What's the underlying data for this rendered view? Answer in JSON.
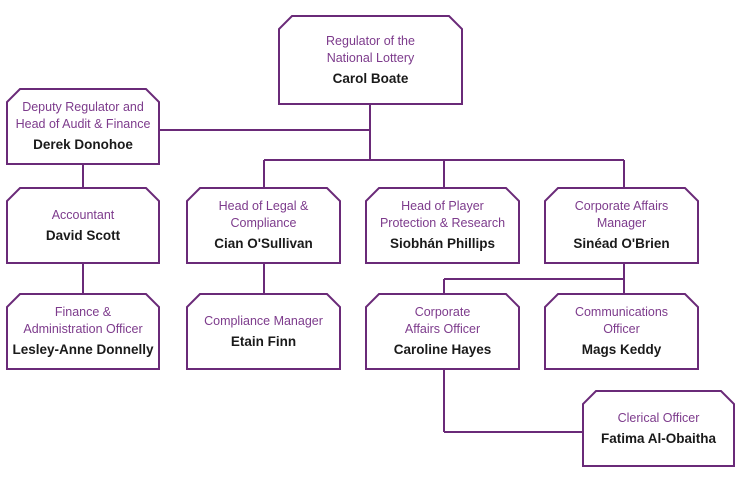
{
  "colors": {
    "accent": "#6a2a78",
    "role_text": "#7d3b8c",
    "name_text": "#1a1a1a"
  },
  "nodes": {
    "regulator": {
      "lines": [
        "Regulator of the",
        "National Lottery"
      ],
      "name": "Carol Boate"
    },
    "deputy": {
      "lines": [
        "Deputy Regulator and",
        "Head of Audit & Finance"
      ],
      "name": "Derek Donohoe"
    },
    "accountant": {
      "lines": [
        "Accountant"
      ],
      "name": "David Scott"
    },
    "finance": {
      "lines": [
        "Finance &",
        "Administration Officer"
      ],
      "name": "Lesley-Anne Donnelly"
    },
    "legal": {
      "lines": [
        "Head of Legal &",
        "Compliance"
      ],
      "name": "Cian O'Sullivan"
    },
    "compliance": {
      "lines": [
        "Compliance Manager"
      ],
      "name": "Etain Finn"
    },
    "player": {
      "lines": [
        "Head of Player",
        "Protection & Research"
      ],
      "name": "Siobhán Phillips"
    },
    "corporate": {
      "lines": [
        "Corporate Affairs",
        "Manager"
      ],
      "name": "Sinéad O'Brien"
    },
    "corp_officer": {
      "lines": [
        "Corporate",
        "Affairs Officer"
      ],
      "name": "Caroline Hayes"
    },
    "comms": {
      "lines": [
        "Communications",
        "Officer"
      ],
      "name": "Mags Keddy"
    },
    "clerical": {
      "lines": [
        "Clerical Officer"
      ],
      "name": "Fatima Al-Obaitha"
    }
  }
}
